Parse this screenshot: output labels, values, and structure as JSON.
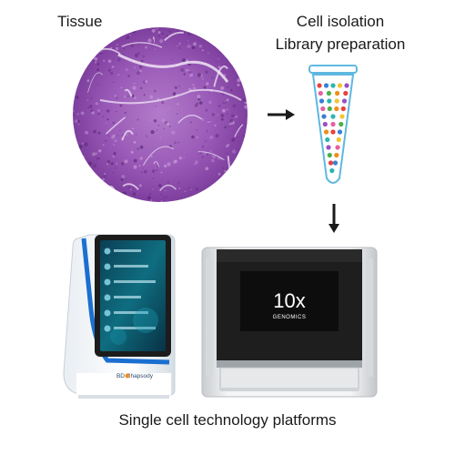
{
  "labels": {
    "tissue": "Tissue",
    "cell_isolation": "Cell isolation",
    "library_preparation": "Library preparation",
    "platforms": "Single cell technology platforms"
  },
  "devices": {
    "bd": {
      "brand_logo": "BD Rhapsody",
      "accent_color": "#1b6fd1"
    },
    "tenx": {
      "logo_text": "10x",
      "logo_subtext": "GENOMICS",
      "accent_color": "#2db84b"
    }
  },
  "colors": {
    "tissue_stain": "#9a5bb8",
    "tube_outline": "#5fb8e0"
  },
  "icons": [
    "right-arrow-icon",
    "down-arrow-icon",
    "test-tube-icon"
  ]
}
